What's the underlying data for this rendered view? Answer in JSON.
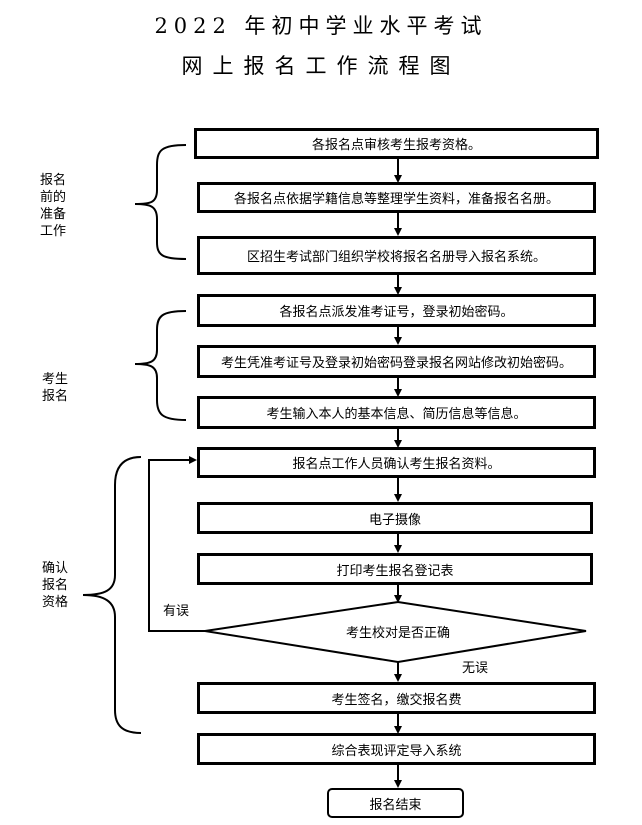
{
  "title": {
    "line1": "2022 年初中学业水平考试",
    "line2": "网上报名工作流程图"
  },
  "groups": [
    {
      "label": "报名前的准备工作",
      "lines": [
        "报名",
        "前的",
        "准备",
        "工作"
      ]
    },
    {
      "label": "考生报名",
      "lines": [
        "考生",
        "报名"
      ]
    },
    {
      "label": "确认报名资格",
      "lines": [
        "确认",
        "报名",
        "资格"
      ]
    }
  ],
  "steps": [
    "各报名点审核考生报考资格。",
    "各报名点依据学籍信息等整理学生资料，准备报名名册。",
    "区招生考试部门组织学校将报名名册导入报名系统。",
    "各报名点派发准考证号，登录初始密码。",
    "考生凭准考证号及登录初始密码登录报名网站修改初始密码。",
    "考生输入本人的基本信息、简历信息等信息。",
    "报名点工作人员确认考生报名资料。",
    "电子摄像",
    "打印考生报名登记表"
  ],
  "decision": {
    "text": "考生校对是否正确",
    "no_label": "有误",
    "yes_label": "无误"
  },
  "after_steps": [
    "考生签名，缴交报名费",
    "综合表现评定导入系统"
  ],
  "end": "报名结束"
}
